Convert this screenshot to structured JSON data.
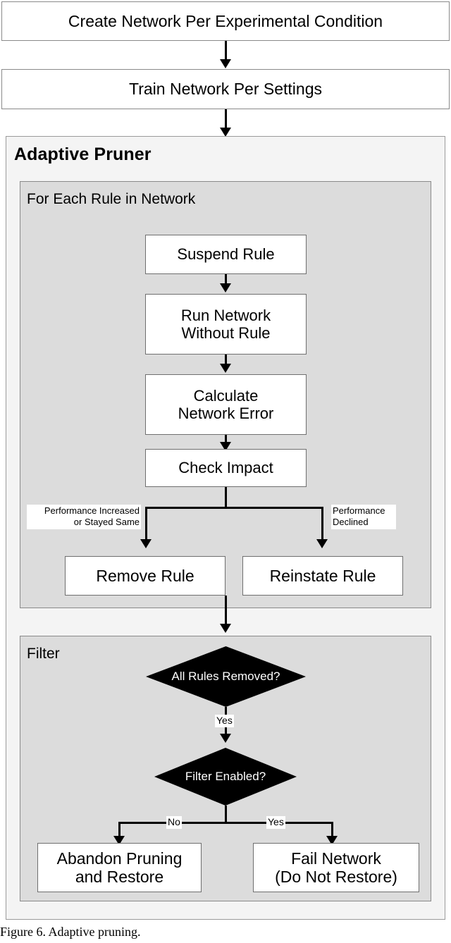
{
  "figure": {
    "caption": "Figure 6. Adaptive pruning.",
    "colors": {
      "node_fill": "#ffffff",
      "node_border": "#6f6f6f",
      "outer_container_fill": "#f4f4f4",
      "subgroup_fill": "#dcdcdc",
      "decision_fill": "#000000",
      "decision_text": "#ffffff",
      "connector": "#000000"
    }
  },
  "flow": {
    "top_nodes": [
      {
        "id": "create-network",
        "label": "Create Network Per Experimental Condition"
      },
      {
        "id": "train-network",
        "label": "Train Network Per Settings"
      }
    ],
    "pruner": {
      "title": "Adaptive Pruner",
      "rule_loop": {
        "title": "For Each Rule in Network",
        "steps": [
          {
            "id": "suspend-rule",
            "label": "Suspend Rule"
          },
          {
            "id": "run-network-without-rule",
            "label": "Run Network\nWithout Rule"
          },
          {
            "id": "calculate-network-error",
            "label": "Calculate\nNetwork Error"
          },
          {
            "id": "check-impact",
            "label": "Check Impact"
          }
        ],
        "branch_labels": {
          "left": "Performance Increased\nor Stayed Same",
          "right": "Performance\nDeclined"
        },
        "outcomes": [
          {
            "id": "remove-rule",
            "label": "Remove Rule"
          },
          {
            "id": "reinstate-rule",
            "label": "Reinstate Rule"
          }
        ]
      },
      "filter": {
        "title": "Filter",
        "decisions": [
          {
            "id": "all-rules-removed",
            "label": "All Rules Removed?"
          },
          {
            "id": "filter-enabled",
            "label": "Filter Enabled?"
          }
        ],
        "edge_labels": {
          "all_rules_removed_yes": "Yes",
          "filter_enabled_no": "No",
          "filter_enabled_yes": "Yes"
        },
        "outcomes": [
          {
            "id": "abandon-pruning",
            "label": "Abandon Pruning\nand Restore"
          },
          {
            "id": "fail-network",
            "label": "Fail Network\n(Do Not Restore)"
          }
        ]
      }
    }
  }
}
